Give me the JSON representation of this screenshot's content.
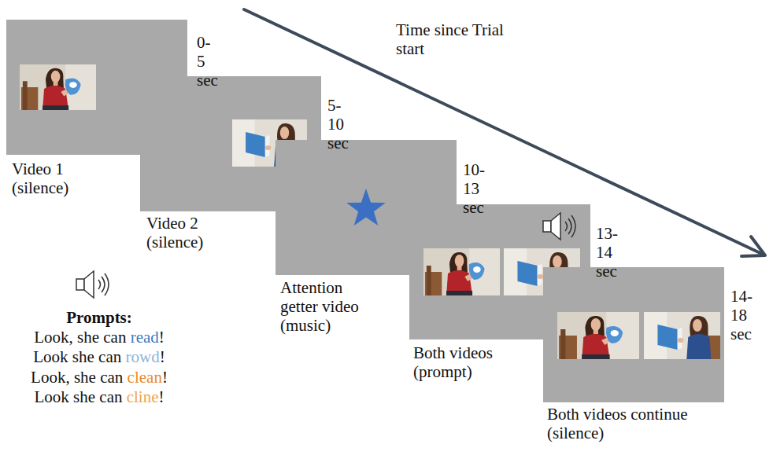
{
  "diagram": {
    "nodes": [
      {
        "text": [
          "Video 1 (silence)",
          "0-5 sec"
        ]
      },
      {
        "text": [
          "Video 2 (silence)",
          "5-10 sec"
        ]
      },
      {
        "text": [
          "Attention getter video (music)",
          "10-13 sec"
        ]
      },
      {
        "text": [
          "Both videos (prompt)",
          "13-14 sec"
        ]
      },
      {
        "text": [
          "Both videos continue (silence)",
          "14-18 sec"
        ]
      }
    ],
    "labels": [
      "Time since Trial start",
      "Prompts:",
      "Look, she can",
      "read",
      "!",
      "Look she can",
      "rowd",
      "!",
      "Look, she can",
      "clean",
      "!",
      "Look she can",
      "cline",
      "!"
    ]
  }
}
